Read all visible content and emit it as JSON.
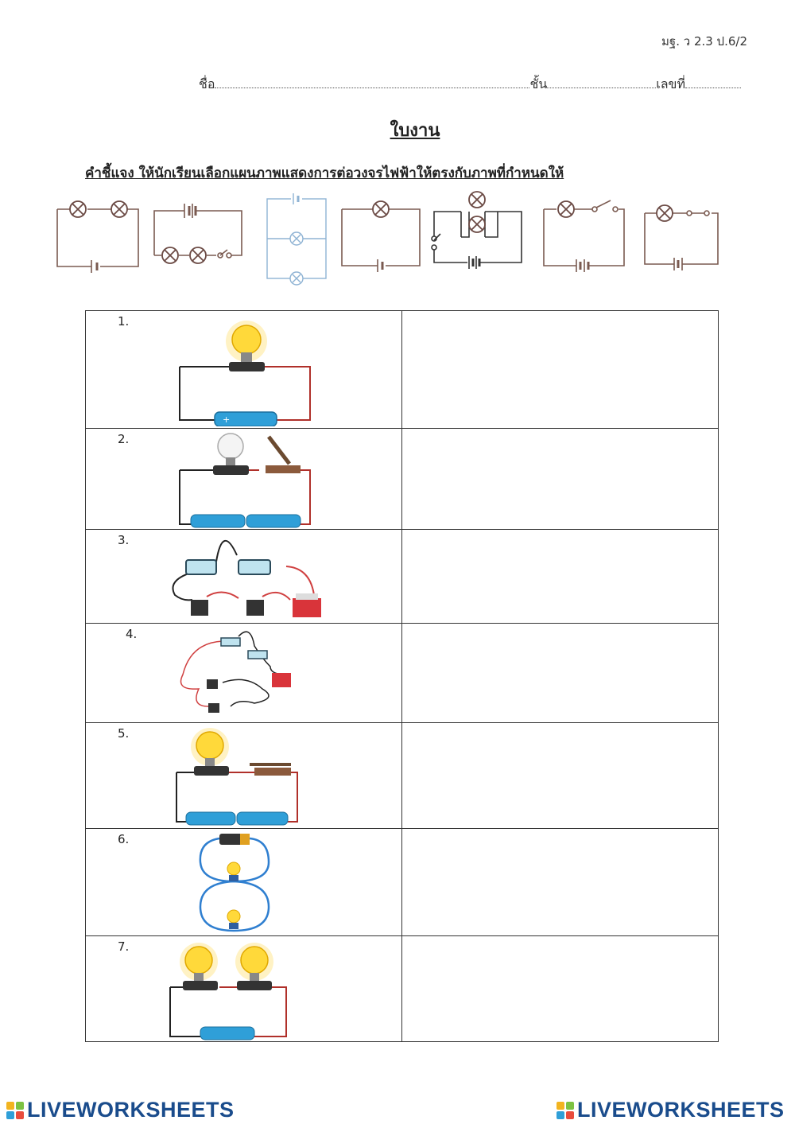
{
  "header": {
    "code": "มฐ. ว 2.3 ป.6/2",
    "name_label": "ชื่อ",
    "class_label": "ชั้น",
    "number_label": "เลขที่"
  },
  "title": "ใบงาน",
  "instruction": "คำชี้แจง ให้นักเรียนเลือกแผนภาพแสดงการต่อวงจรไฟฟ้าให้ตรงกับภาพที่กำหนดให้",
  "items": [
    {
      "number": "1.",
      "answer": ""
    },
    {
      "number": "2.",
      "answer": ""
    },
    {
      "number": "3.",
      "answer": ""
    },
    {
      "number": "4.",
      "answer": ""
    },
    {
      "number": "5.",
      "answer": ""
    },
    {
      "number": "6.",
      "answer": ""
    },
    {
      "number": "7.",
      "answer": ""
    }
  ],
  "footer": {
    "logo_left": "LIVEWORKSHEETS",
    "logo_right": "LIVEWORKSHEETS"
  },
  "colors": {
    "wire": "#7a5a50",
    "blue_wire": "#8fb3d4",
    "bulb": "#ffd93a",
    "battery": "#2f9fd8",
    "logo": "#1a4c8c"
  }
}
